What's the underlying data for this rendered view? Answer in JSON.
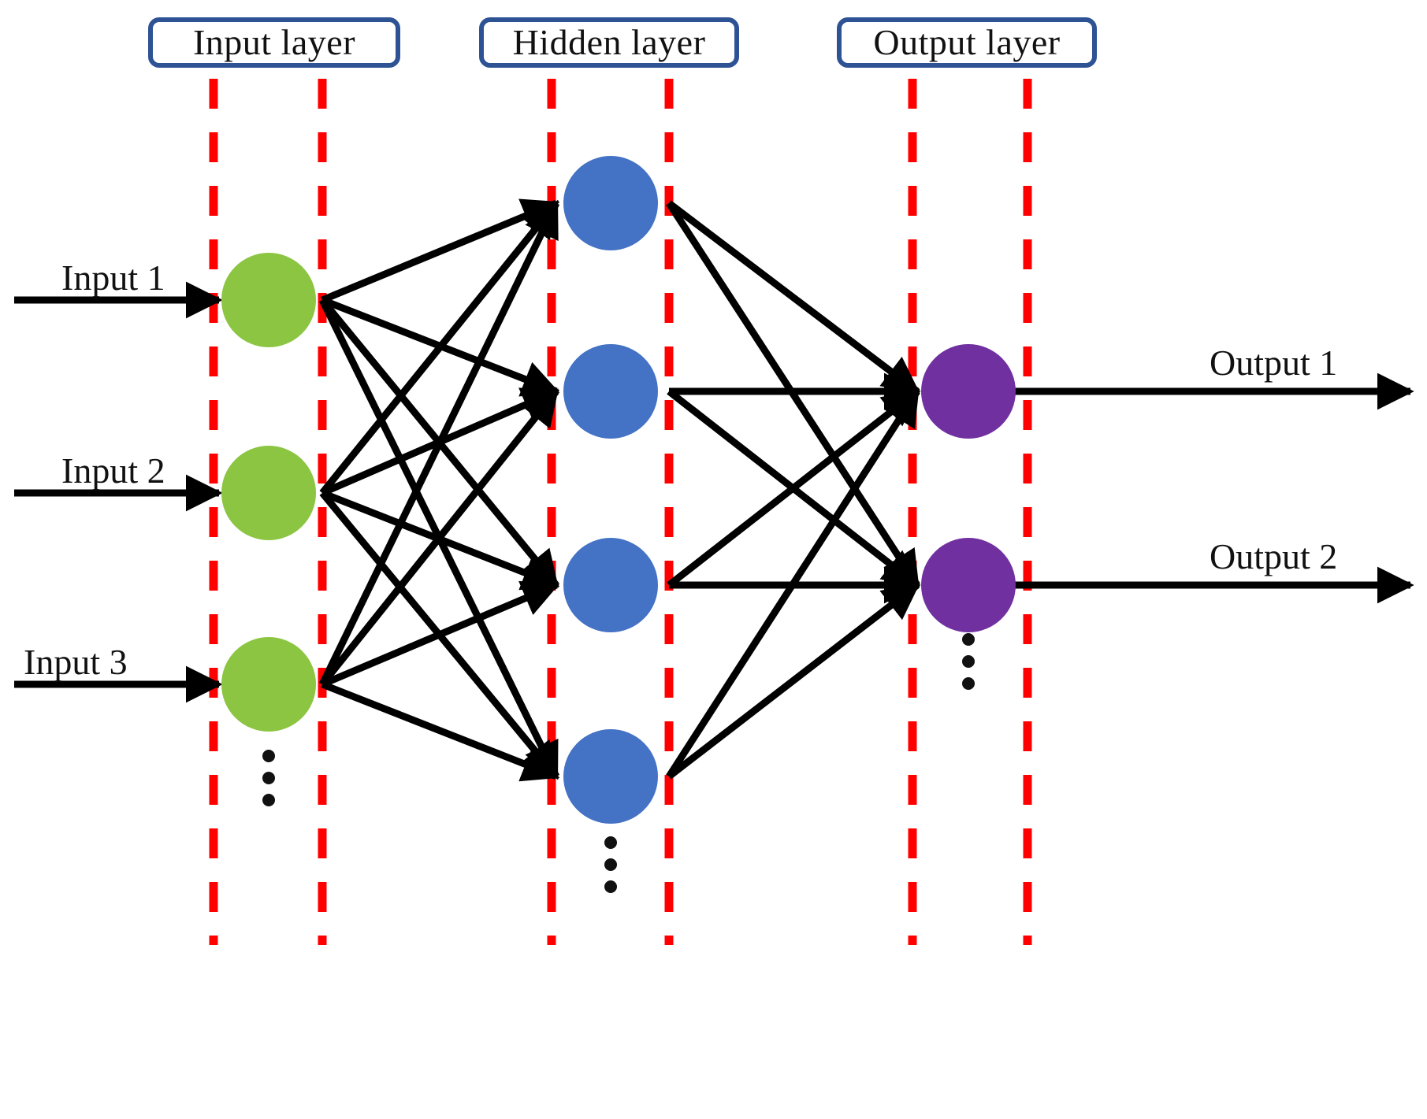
{
  "diagram": {
    "title": "Artificial neural network architecture",
    "type": "neural-network",
    "background_color": "#FFFFFF"
  },
  "layer_labels": [
    {
      "id": "input",
      "text": "Input layer",
      "border_color": "#2E5395"
    },
    {
      "id": "hidden",
      "text": "Hidden layer",
      "border_color": "#2E5395"
    },
    {
      "id": "output",
      "text": "Output layer",
      "border_color": "#2E5395"
    }
  ],
  "boundaries": {
    "color": "#FF0000",
    "style": "dashed",
    "count": 3
  },
  "inputs": [
    {
      "label": "Input 1"
    },
    {
      "label": "Input 2"
    },
    {
      "label": "Input 3"
    }
  ],
  "outputs": [
    {
      "label": "Output 1"
    },
    {
      "label": "Output 2"
    }
  ],
  "nodes": {
    "input_layer": {
      "color": "#8CC542",
      "count_shown": 3,
      "ellipsis": "⋮"
    },
    "hidden_layer": {
      "color": "#4472C4",
      "count_shown": 4,
      "ellipsis": "⋮"
    },
    "output_layer": {
      "color": "#7030A0",
      "count_shown": 2,
      "ellipsis": "⋮"
    }
  },
  "edges": {
    "color": "#000000",
    "arrowhead": "filled-triangle",
    "description": "fully connected"
  }
}
